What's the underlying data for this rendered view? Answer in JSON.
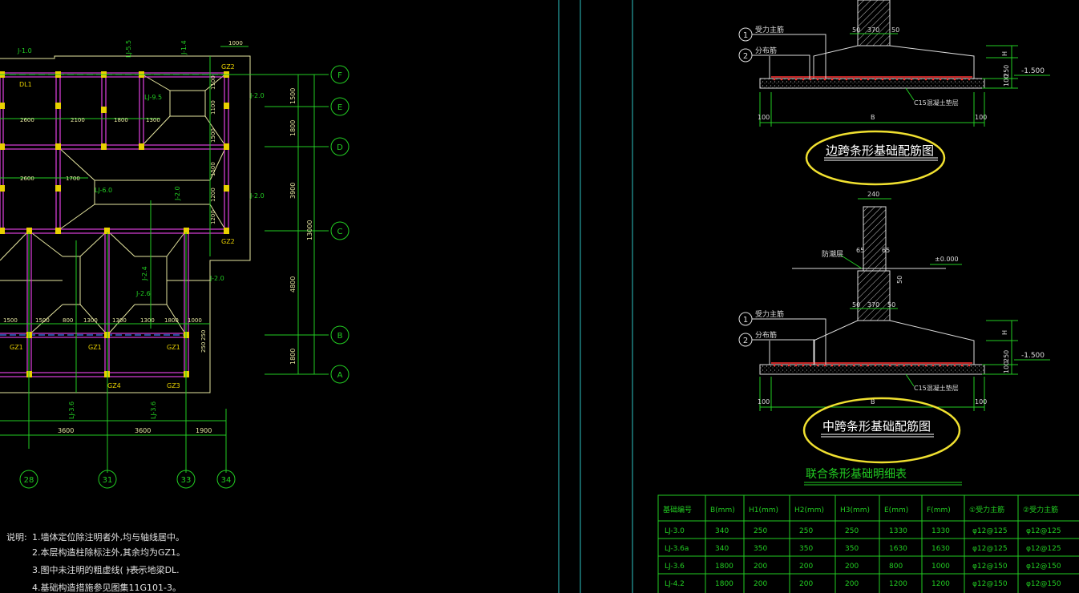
{
  "colors": {
    "background": "#000000",
    "wall": "#d23cd2",
    "column": "#e8d000",
    "dimension": "#22cc22",
    "axis_bubble": "#22cc22",
    "outline": "#e6e6a0",
    "cyan": "#2ec4c4",
    "rebar": "#ff3030",
    "highlight": "#f0e030",
    "table": "#22cc22",
    "notes": "#e0e0e0"
  },
  "plan": {
    "axes_vertical": [
      "28",
      "31",
      "33",
      "34"
    ],
    "axes_horizontal": [
      "F",
      "E",
      "D",
      "C",
      "B",
      "A"
    ],
    "beam_labels": [
      "J-1.0",
      "LJ-5.5",
      "J-1.4",
      "LJ-9.5",
      "J-2.0",
      "J-2.0",
      "LJ-6.0",
      "J-2.0",
      "J-2.4",
      "J-2.6",
      "J-2.0",
      "LJ-3.6",
      "LJ-3.6"
    ],
    "column_labels": [
      "GZ2",
      "GZ2",
      "DL1",
      "GZ1",
      "GZ1",
      "GZ1",
      "GZ4",
      "GZ3"
    ],
    "dims_top": [
      "1000",
      "2600",
      "2100",
      "1800",
      "1300",
      "2600",
      "1700"
    ],
    "dims_right_small": [
      "1100",
      "1100",
      "1500",
      "1500",
      "1200",
      "1200"
    ],
    "dims_right_large": [
      "1500",
      "1800",
      "3900",
      "13000",
      "4800",
      "1800"
    ],
    "dims_lower": [
      "1500",
      "1500",
      "800",
      "1300",
      "1300",
      "1300",
      "1800",
      "1000",
      "250",
      "250"
    ],
    "dims_bottom": [
      "3600",
      "3600",
      "1900"
    ]
  },
  "notes": {
    "heading": "说明:",
    "lines": [
      "1.墙体定位除注明者外,均与轴线居中。",
      "2.本层构造柱除标注外,其余均为GZ1。",
      "3.图中未注明的粗虚线(          )表示地梁DL.",
      "4.基础构造措施参见图集11G101-3。"
    ]
  },
  "edge_section": {
    "title": "边跨条形基础配筋图",
    "callouts": [
      "受力主筋",
      "分布筋"
    ],
    "callout_numbers": [
      "1",
      "2"
    ],
    "dims": [
      "50",
      "370",
      "50",
      "B",
      "100",
      "100",
      "H",
      "250",
      "100"
    ],
    "elevation": "-1.500",
    "cushion": "C15混凝土垫层"
  },
  "mid_section": {
    "title": "中跨条形基础配筋图",
    "wall_width": "240",
    "dpc": "防潮层",
    "dpc_dims": [
      "65",
      "65"
    ],
    "dpc_thk": "50",
    "elevation_top": "±0.000",
    "callouts": [
      "受力主筋",
      "分布筋"
    ],
    "callout_numbers": [
      "1",
      "2"
    ],
    "dims": [
      "50",
      "370",
      "50",
      "B",
      "100",
      "100",
      "H",
      "250",
      "100"
    ],
    "elevation": "-1.500",
    "cushion": "C15混凝土垫层"
  },
  "table": {
    "title": "联合条形基础明细表",
    "headers": [
      "基础编号",
      "B(mm)",
      "H1(mm)",
      "H2(mm)",
      "H3(mm)",
      "E(mm)",
      "F(mm)",
      "①受力主筋",
      "②受力主筋"
    ],
    "rows": [
      [
        "LJ-3.0",
        "340",
        "250",
        "250",
        "250",
        "1330",
        "1330",
        "φ12@125",
        "φ12@125"
      ],
      [
        "LJ-3.6a",
        "340",
        "350",
        "350",
        "350",
        "1630",
        "1630",
        "φ12@125",
        "φ12@125"
      ],
      [
        "LJ-3.6",
        "1800",
        "200",
        "200",
        "200",
        "800",
        "1000",
        "φ12@150",
        "φ12@150"
      ],
      [
        "LJ-4.2",
        "1800",
        "200",
        "200",
        "200",
        "1200",
        "1200",
        "φ12@150",
        "φ12@150"
      ]
    ]
  }
}
